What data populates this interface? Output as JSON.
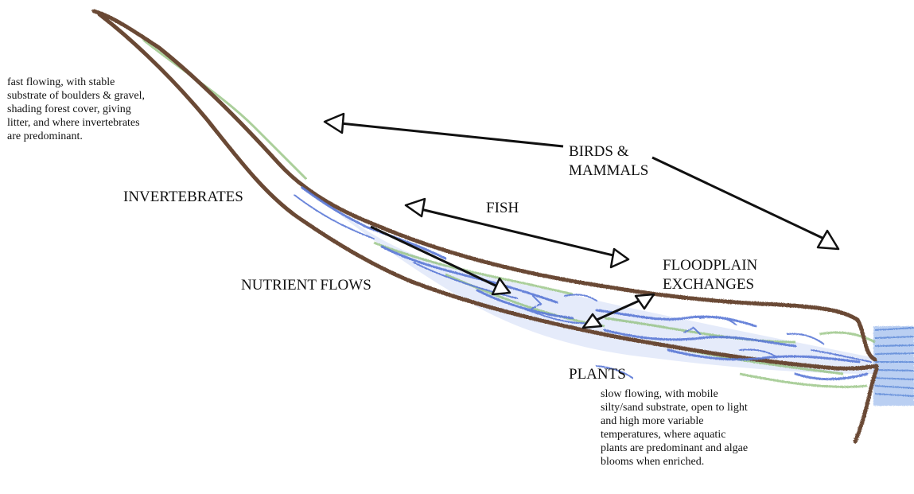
{
  "labels": {
    "birds_line1": "BIRDS &",
    "birds_line2": "MAMMALS",
    "invertebrates": "INVERTEBRATES",
    "fish": "FISH",
    "nutrient_flows": "NUTRIENT FLOWS",
    "floodplain_line1": "FLOODPLAIN",
    "floodplain_line2": "EXCHANGES",
    "plants": "PLANTS"
  },
  "notes": {
    "upstream": [
      "fast flowing, with stable",
      "substrate of boulders & gravel,",
      "shading forest cover, giving",
      "litter, and where invertebrates",
      "are predominant."
    ],
    "downstream": [
      "slow flowing, with mobile",
      "silty/sand substrate, open to light",
      "and high more variable",
      "temperatures, where  aquatic",
      "plants are predominant and algae",
      "blooms when enriched."
    ]
  },
  "colors": {
    "bank": "#6b4a35",
    "water": "#5a78d6",
    "vegetation": "#8fbf7a",
    "arrow": "#111111"
  }
}
